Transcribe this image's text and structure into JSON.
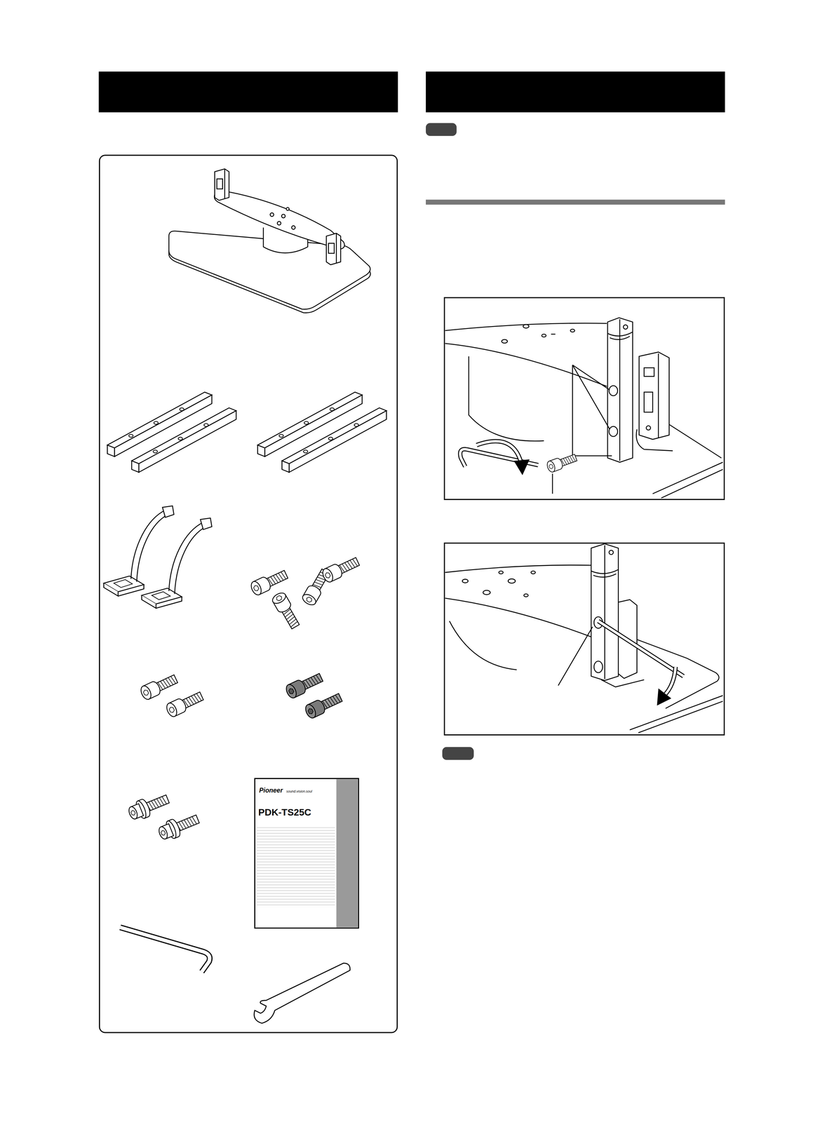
{
  "diagram": {
    "labels": [
      "Pioneer",
      "sound.vision.soul",
      "PDK-TS25C"
    ]
  }
}
